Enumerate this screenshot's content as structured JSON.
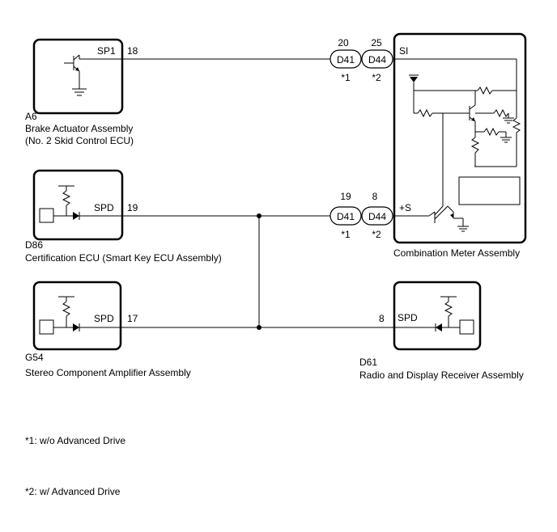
{
  "components": {
    "a6": {
      "code": "A6",
      "name_line1": "Brake Actuator Assembly",
      "name_line2": "(No. 2 Skid Control ECU)",
      "terminal": "SP1",
      "pin": "18"
    },
    "d86": {
      "code": "D86",
      "name": "Certification ECU (Smart Key ECU Assembly)",
      "terminal": "SPD",
      "pin": "19"
    },
    "g54": {
      "code": "G54",
      "name": "Stereo Component Amplifier Assembly",
      "terminal": "SPD",
      "pin": "17"
    },
    "d61": {
      "code": "D61",
      "name": "Radio and Display Receiver Assembly",
      "terminal": "SPD",
      "pin": "8"
    },
    "meter": {
      "name": "Combination Meter Assembly",
      "terminal_top": "SI",
      "terminal_bottom": "+S"
    }
  },
  "connectors": {
    "top": {
      "left": {
        "id": "D41",
        "pin": "20",
        "note": "*1"
      },
      "right": {
        "id": "D44",
        "pin": "25",
        "note": "*2"
      }
    },
    "bottom": {
      "left": {
        "id": "D41",
        "pin": "19",
        "note": "*1"
      },
      "right": {
        "id": "D44",
        "pin": "8",
        "note": "*2"
      }
    }
  },
  "notes": {
    "note1": "*1: w/o Advanced Drive",
    "note2": "*2: w/ Advanced Drive"
  }
}
